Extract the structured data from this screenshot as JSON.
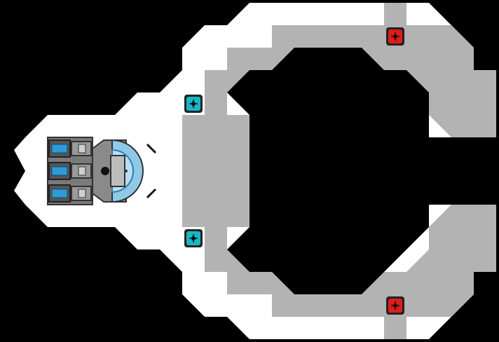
{
  "scene": {
    "background_color": "#000000",
    "hull_color": "#ffffff",
    "floor_color": "#b3b3b3"
  },
  "ship": {
    "engine_bays": [
      {
        "name": "engine-bay-1",
        "thruster_color": "#2e9bd6"
      },
      {
        "name": "engine-bay-2",
        "thruster_color": "#2e9bd6"
      },
      {
        "name": "engine-bay-3",
        "thruster_color": "#2e9bd6"
      }
    ],
    "cockpit": {
      "dome_color": "#8fc9ea",
      "body_color": "#8a8a8a"
    }
  },
  "markers": [
    {
      "name": "teleport-pad-cyan-upper",
      "type": "teleporter",
      "color": "#18b7c6"
    },
    {
      "name": "teleport-pad-cyan-lower",
      "type": "teleporter",
      "color": "#18b7c6"
    },
    {
      "name": "hazard-pad-red-upper",
      "type": "hazard",
      "color": "#e01b1b"
    },
    {
      "name": "hazard-pad-red-lower",
      "type": "hazard",
      "color": "#e01b1b"
    }
  ]
}
